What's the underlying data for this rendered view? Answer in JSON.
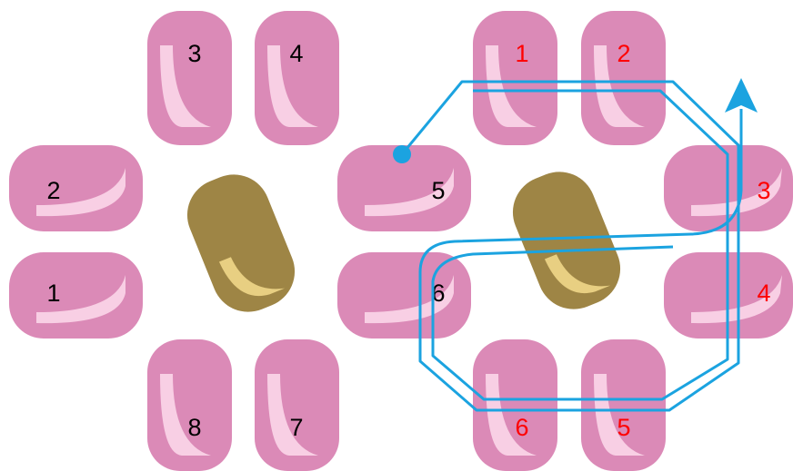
{
  "colors": {
    "pad_fill": "#DB8AB7",
    "pad_highlight": "#FAD3E6",
    "pad_highlight_light": "#FFE9F4",
    "chip_fill": "#9E8545",
    "chip_highlight": "#E8CF82",
    "wire": "#1BA3E0",
    "label_left": "#000000",
    "label_right": "#FF0000"
  },
  "left_group": {
    "labels": {
      "top_left": "3",
      "top_right": "4",
      "left_upper": "2",
      "left_lower": "1",
      "bottom_left": "8",
      "bottom_right": "7",
      "right_upper": "5",
      "right_lower": "6"
    }
  },
  "right_group": {
    "labels": {
      "top_left": "1",
      "top_right": "2",
      "right_upper": "3",
      "right_lower": "4",
      "bottom_right": "5",
      "bottom_left": "6"
    }
  },
  "wire": {
    "start_marker": "dot",
    "end_marker": "arrow-up"
  }
}
